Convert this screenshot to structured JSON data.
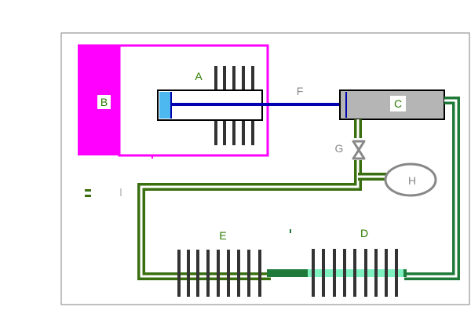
{
  "labels": {
    "A": "A",
    "B": "B",
    "C": "C",
    "D": "D",
    "E": "E",
    "F": "F",
    "G": "G",
    "H": "H"
  },
  "colors": {
    "frame": "#808080",
    "magenta": "#ff00ff",
    "dark_green": "#3a6f10",
    "green_fill": "#4a8a1a",
    "teal_green": "#1f7a3a",
    "light_teal": "#7ff0c0",
    "blue": "#0000b0",
    "light_blue": "#4db8f0",
    "gray": "#b5b5b5",
    "dark_gray": "#555555",
    "label_green": "#2a7a00",
    "label_gray": "#888888",
    "fin": "#333333"
  }
}
